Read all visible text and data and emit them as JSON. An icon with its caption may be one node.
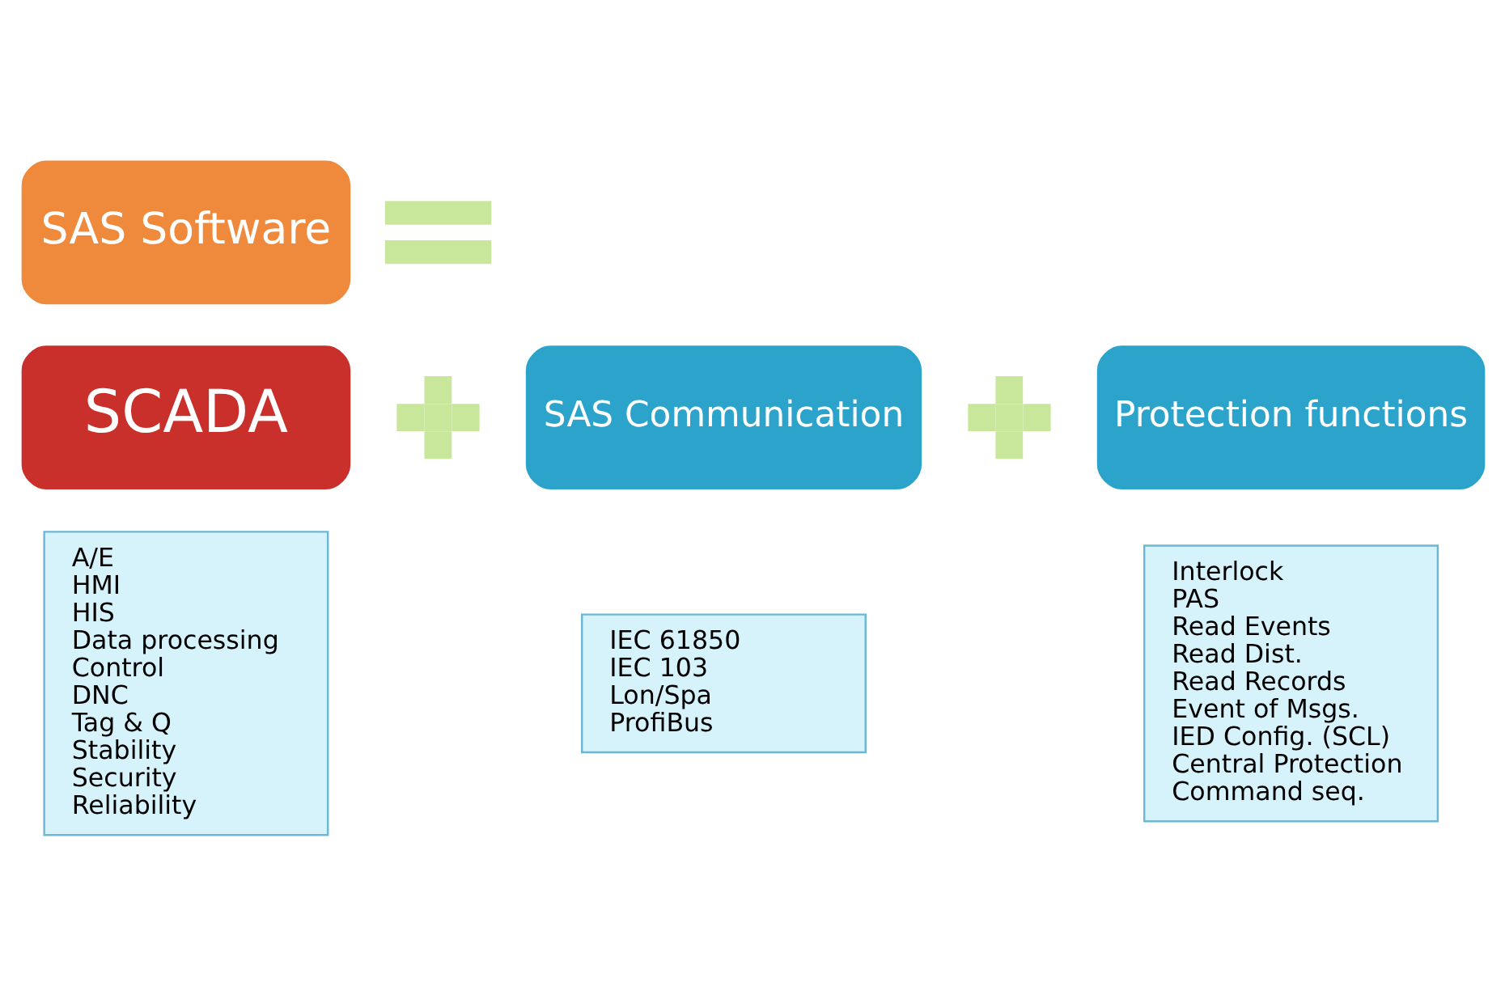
{
  "diagram": {
    "nodes": [
      {
        "text": [
          "SAS Software"
        ]
      },
      {
        "text": [],
        "shape": "equals"
      },
      {
        "text": [
          "SCADA"
        ]
      },
      {
        "text": [
          "A/E",
          "HMI",
          "HIS",
          "Data processing",
          "Control",
          "DNC",
          "Tag & Q",
          "Stability",
          "Security",
          "Reliability"
        ]
      },
      {
        "text": [],
        "shape": "plus"
      },
      {
        "text": [
          "SAS Communication"
        ]
      },
      {
        "text": [
          "IEC 61850",
          "IEC 103",
          "Lon/Spa",
          "ProfiBus"
        ]
      },
      {
        "text": [],
        "shape": "plus"
      },
      {
        "text": [
          "Protection functions"
        ]
      },
      {
        "text": [
          "Interlock",
          "PAS",
          "Read Events",
          "Read Dist.",
          "Read Records",
          "Event of Msgs.",
          "IED Config. (SCL)",
          "Central Protection",
          "Command seq."
        ]
      }
    ]
  }
}
